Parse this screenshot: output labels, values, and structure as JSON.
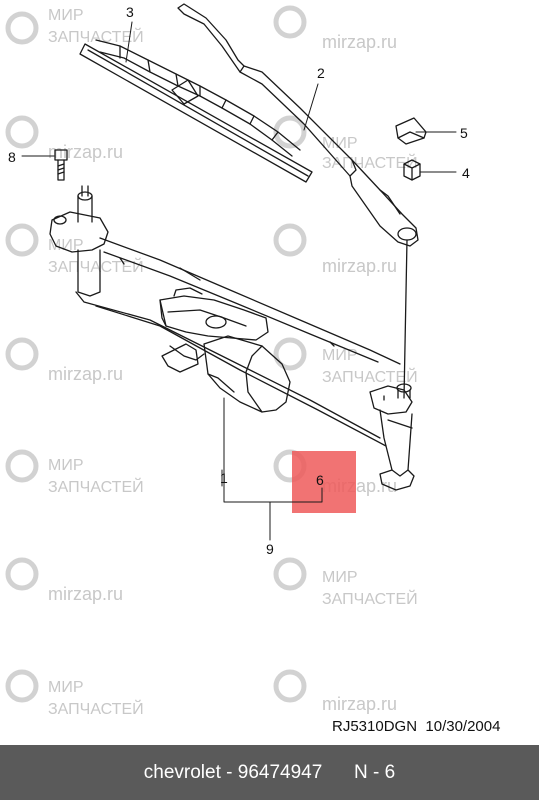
{
  "watermark": {
    "ru_top": "МИР",
    "ru_bottom": "ЗАПЧАСТЕЙ",
    "domain": "mirzap.ru"
  },
  "callouts": [
    "1",
    "2",
    "3",
    "4",
    "5",
    "6",
    "8",
    "9"
  ],
  "highlight_color": "#ee5a5a",
  "drawing_code": "RJ5310DGN",
  "drawing_date": "10/30/2004",
  "footer": {
    "brand": "chevrolet",
    "separator": "-",
    "part_number": "96474947",
    "ref": "N - 6"
  }
}
